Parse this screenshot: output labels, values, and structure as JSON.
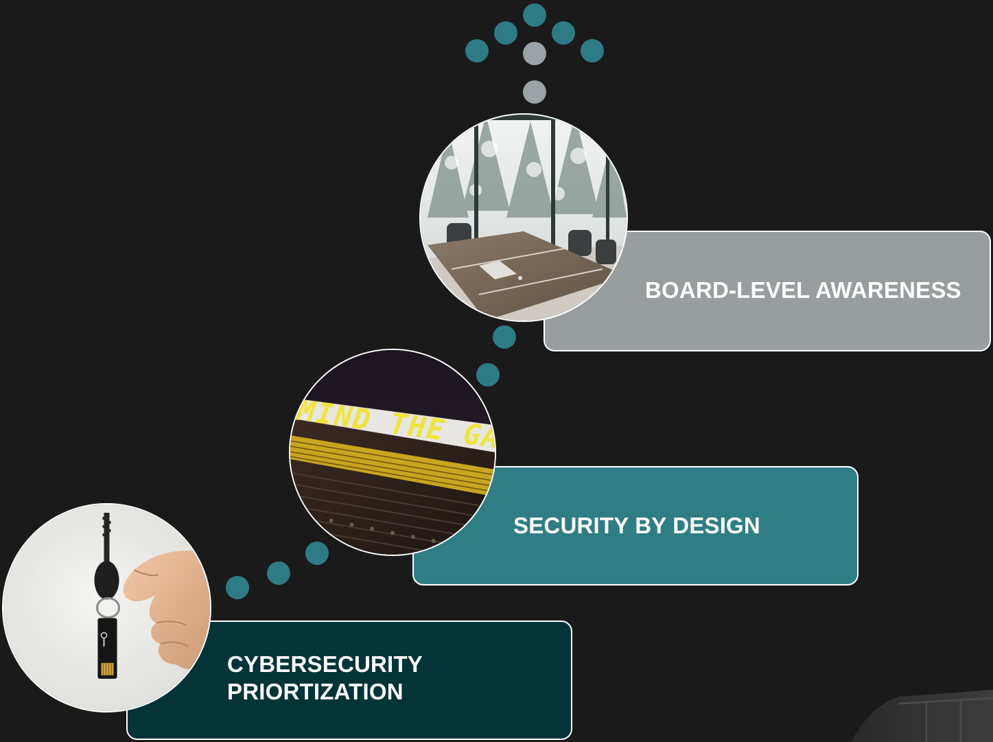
{
  "colors": {
    "background": "#1a1a1a",
    "teal_dot": "#2d7b85",
    "gray_dot": "#9aa3a5",
    "box_outline": "#ffffff"
  },
  "steps": [
    {
      "label": "CYBERSECURITY\nPRIORTIZATION",
      "fill": "#043438",
      "image": "hand-holding-usb-key-photo"
    },
    {
      "label": "SECURITY BY DESIGN",
      "fill": "#2f7d85",
      "image": "mind-the-gap-platform-photo"
    },
    {
      "label": "BOARD-LEVEL AWARENESS",
      "fill": "#989ea0",
      "image": "snowy-boardroom-photo"
    }
  ],
  "photo_captions": {
    "mind_the_gap": "MIND THE GAP"
  }
}
